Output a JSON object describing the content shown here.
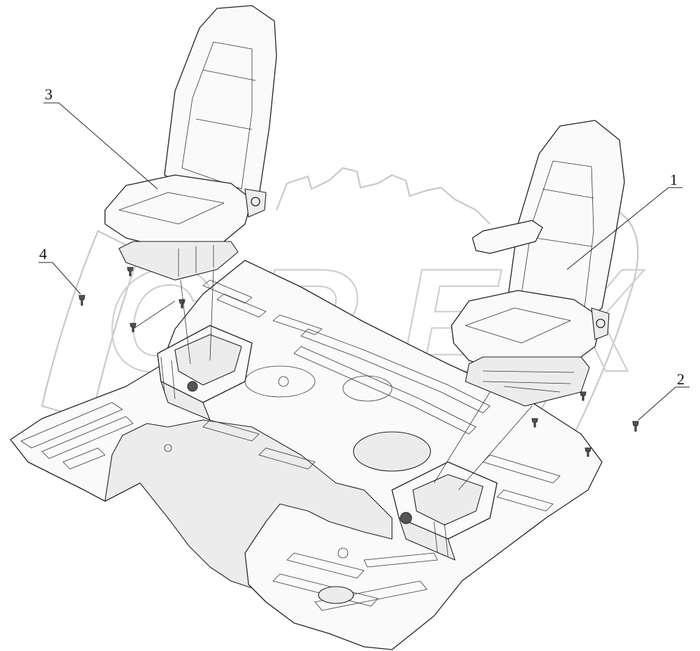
{
  "diagram": {
    "top_caption": "",
    "callouts": [
      {
        "id": "callout-1",
        "label": "1"
      },
      {
        "id": "callout-2",
        "label": "2"
      },
      {
        "id": "callout-3",
        "label": "3"
      },
      {
        "id": "callout-4",
        "label": "4"
      }
    ],
    "watermark_logo": "CREX",
    "line_color": "#222222",
    "watermark_color": "#c8c8c8"
  }
}
